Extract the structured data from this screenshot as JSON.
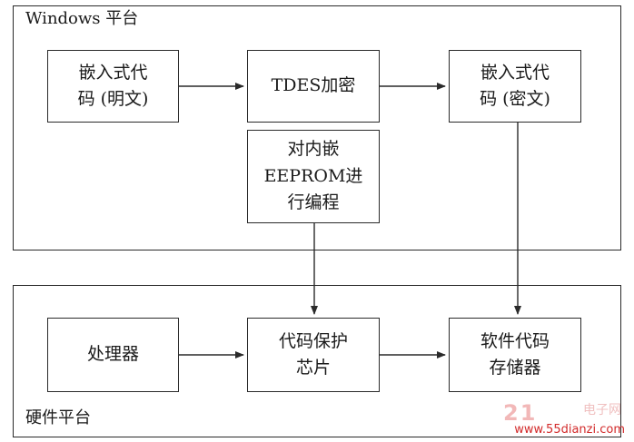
{
  "groups": {
    "windows": {
      "label": "Windows 平台"
    },
    "hardware": {
      "label": "硬件平台"
    }
  },
  "nodes": {
    "plaintext_code": "嵌入式代\n码 (明文)",
    "tdes_encrypt": "TDES加密",
    "ciphertext_code": "嵌入式代\n码 (密文)",
    "eeprom_program": "对内嵌\nEEPROM进\n行编程",
    "processor": "处理器",
    "protect_chip": "代码保护\n芯片",
    "software_storage": "软件代码\n存储器"
  },
  "watermark": {
    "number": "21",
    "cn_text": "电子网",
    "url": "www.55dianzi.com"
  },
  "colors": {
    "line": "#2a2a2a",
    "watermark_red": "#d22a2a"
  }
}
